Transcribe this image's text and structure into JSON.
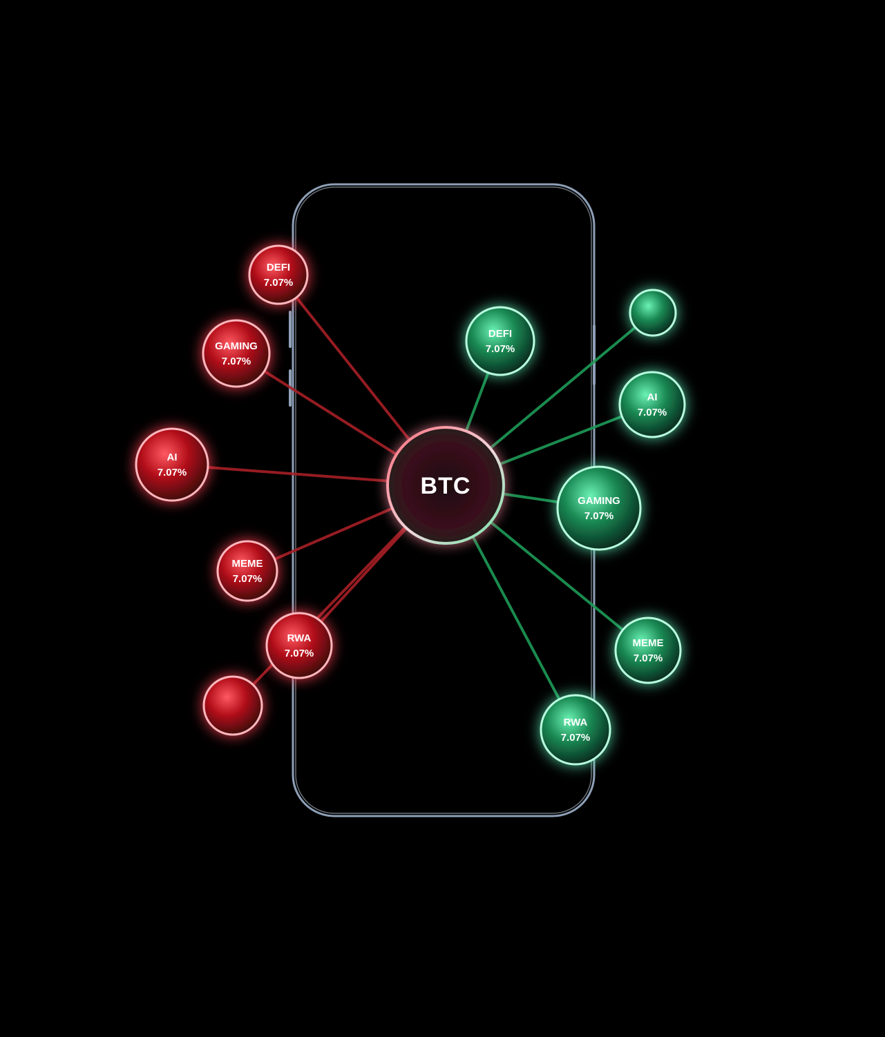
{
  "center": {
    "label": "BTC"
  },
  "colors": {
    "background": "#000000",
    "phone_outline": "#b7c6d9",
    "negative": "#d71f2b",
    "negative_line": "#a51f26",
    "positive": "#34c98a",
    "positive_line": "#1d9a56"
  },
  "nodes_negative": [
    {
      "id": "neg-defi",
      "label": "DEFI",
      "value": "7.07%"
    },
    {
      "id": "neg-gaming",
      "label": "GAMING",
      "value": "7.07%"
    },
    {
      "id": "neg-ai",
      "label": "AI",
      "value": "7.07%"
    },
    {
      "id": "neg-meme",
      "label": "MEME",
      "value": "7.07%"
    },
    {
      "id": "neg-rwa",
      "label": "RWA",
      "value": "7.07%"
    },
    {
      "id": "neg-empty",
      "label": "",
      "value": ""
    }
  ],
  "nodes_positive": [
    {
      "id": "pos-defi",
      "label": "DEFI",
      "value": "7.07%"
    },
    {
      "id": "pos-empty",
      "label": "",
      "value": ""
    },
    {
      "id": "pos-ai",
      "label": "AI",
      "value": "7.07%"
    },
    {
      "id": "pos-gaming",
      "label": "GAMING",
      "value": "7.07%"
    },
    {
      "id": "pos-meme",
      "label": "MEME",
      "value": "7.07%"
    },
    {
      "id": "pos-rwa",
      "label": "RWA",
      "value": "7.07%"
    }
  ]
}
